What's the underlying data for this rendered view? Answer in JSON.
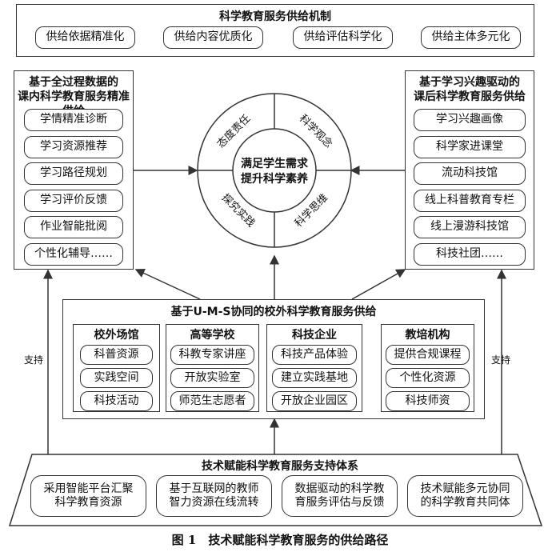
{
  "top": {
    "title": "科学教育服务供给机制",
    "items": [
      "供给依据精准化",
      "供给内容优质化",
      "供给评估科学化",
      "供给主体多元化"
    ]
  },
  "left": {
    "title_line1": "基于全过程数据的",
    "title_line2": "课内科学教育服务精准供给",
    "items": [
      "学情精准诊断",
      "学习资源推荐",
      "学习路径规划",
      "学习评价反馈",
      "作业智能批阅",
      "个性化辅导……"
    ]
  },
  "right": {
    "title_line1": "基于学习兴趣驱动的",
    "title_line2": "课后科学教育服务供给",
    "items": [
      "学习兴趣画像",
      "科学家进课堂",
      "流动科技馆",
      "线上科普教育专栏",
      "线上漫游科技馆",
      "科技社团……"
    ]
  },
  "center": {
    "line1": "满足学生需求",
    "line2": "提升科学素养",
    "quadrants": [
      "态度责任",
      "科学观念",
      "探究实践",
      "科学思维"
    ]
  },
  "middle": {
    "title": "基于U-M-S协同的校外科学教育服务供给",
    "groups": [
      {
        "title": "校外场馆",
        "items": [
          "科普资源",
          "实践空间",
          "科技活动"
        ]
      },
      {
        "title": "高等学校",
        "items": [
          "科教专家讲座",
          "开放实验室",
          "师范生志愿者"
        ]
      },
      {
        "title": "科技企业",
        "items": [
          "科技产品体验",
          "建立实践基地",
          "开放企业园区"
        ]
      },
      {
        "title": "教培机构",
        "items": [
          "提供合规课程",
          "个性化资源",
          "科技师资"
        ]
      }
    ]
  },
  "support_left": "支持",
  "support_right": "支持",
  "bottom": {
    "title": "技术赋能科学教育服务支持体系",
    "items": [
      {
        "line1": "采用智能平台汇聚",
        "line2": "科学教育资源"
      },
      {
        "line1": "基于互联网的教师",
        "line2": "智力资源在线流转"
      },
      {
        "line1": "数据驱动的科学教",
        "line2": "育服务评估与反馈"
      },
      {
        "line1": "技术赋能多元协同",
        "line2": "的科学教育共同体"
      }
    ]
  },
  "caption": "图 1　技术赋能科学教育服务的供给路径"
}
